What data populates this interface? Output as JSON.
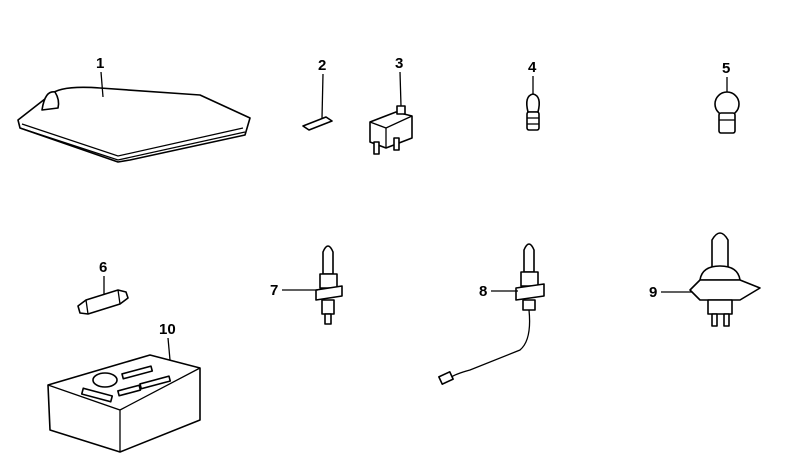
{
  "diagram": {
    "parts": [
      {
        "number": "1",
        "item": "cloth"
      },
      {
        "number": "2",
        "item": "fuse"
      },
      {
        "number": "3",
        "item": "fuse-relay"
      },
      {
        "number": "4",
        "item": "bulb-small"
      },
      {
        "number": "5",
        "item": "bulb-ball"
      },
      {
        "number": "6",
        "item": "festoon-bulb"
      },
      {
        "number": "7",
        "item": "h1-bulb"
      },
      {
        "number": "8",
        "item": "h3-bulb-with-wire"
      },
      {
        "number": "9",
        "item": "h4-bulb"
      },
      {
        "number": "10",
        "item": "bulb-box"
      }
    ]
  }
}
